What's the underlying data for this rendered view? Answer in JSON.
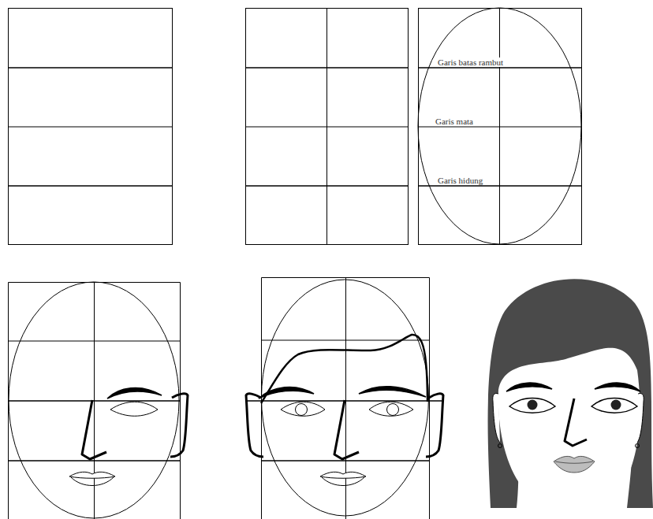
{
  "diagram": {
    "labels": [
      "Garis batas rambut",
      "Garis mata",
      "Garis hidung"
    ]
  }
}
